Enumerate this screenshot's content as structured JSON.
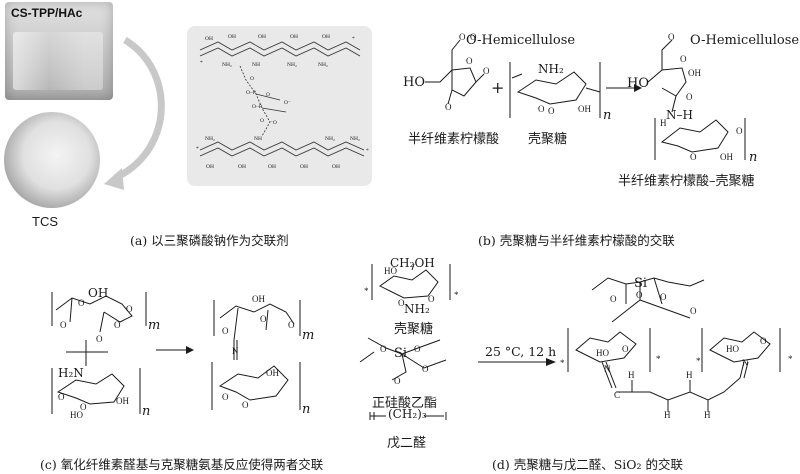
{
  "panel_a": {
    "photo_top_label": "CS-TPP/HAc",
    "photo_bottom_label": "TCS",
    "caption": "(a) 以三聚磷酸钠作为交联剂"
  },
  "panel_b": {
    "reactant1_group": "O-Hemicellulose",
    "reactant1_ho": "HO",
    "reactant1_name": "半纤维素柠檬酸",
    "reactant2_group": "NH₂",
    "reactant2_name": "壳聚糖",
    "n": "n",
    "plus": "+",
    "product_group": "O-Hemicellulose",
    "product_ho": "HO",
    "product_nh": "N–H",
    "product_name": "半纤维素柠檬酸–壳聚糖",
    "caption": "(b) 壳聚糖与半纤维素柠檬酸的交联"
  },
  "panel_c": {
    "m": "m",
    "n": "n",
    "oh": "OH",
    "h2n": "H₂N",
    "caption": "(c) 氧化纤维素醛基与克聚糖氨基反应使得两者交联"
  },
  "panel_d": {
    "ch2oh": "CH₂OH",
    "nh2": "NH₂",
    "chitosan_name": "壳聚糖",
    "teos_name": "正硅酸乙酯",
    "si": "Si",
    "glut_formula": "(CH₂)₃",
    "glut_name": "戊二醛",
    "condition": "25 °C, 12 h",
    "caption": "(d) 壳聚糖与戊二醛、SiO₂ 的交联"
  }
}
